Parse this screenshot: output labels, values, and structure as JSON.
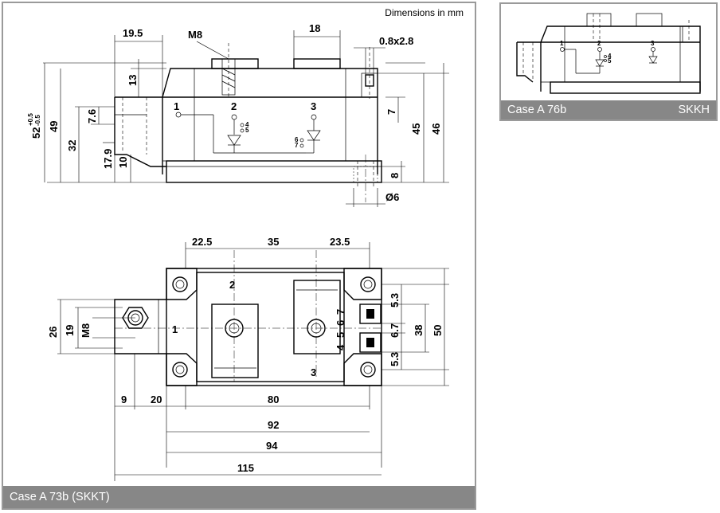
{
  "main": {
    "dimensions_note": "Dimensions in mm",
    "caption": "Case A 73b (SKKT)",
    "side_view": {
      "dims": {
        "top_width_1": "19.5",
        "thread": "M8",
        "top_width_2": "18",
        "tab": "0.8x2.8",
        "left_13": "13",
        "left_52": "52",
        "tol_plus": "+0.5",
        "tol_minus": "-0.5",
        "left_49": "49",
        "left_32": "32",
        "left_7_6": "7.6",
        "left_17_9": "17.9",
        "left_10": "10",
        "right_7": "7",
        "right_45": "45",
        "right_46": "46",
        "right_8": "8",
        "hole": "Ø6"
      },
      "pins": {
        "p1": "1",
        "p2": "2",
        "p3": "3",
        "p4": "4",
        "p5": "5",
        "p6": "6",
        "p7": "7"
      }
    },
    "top_view": {
      "dims": {
        "d22_5": "22.5",
        "d35": "35",
        "d23_5": "23.5",
        "d26": "26",
        "d19": "19",
        "m8": "M8",
        "d5_3a": "5.3",
        "d6_7": "6.7",
        "d38": "38",
        "d50": "50",
        "d5_3b": "5.3",
        "d9": "9",
        "d20": "20",
        "d80": "80",
        "d92": "92",
        "d94": "94",
        "d115": "115"
      },
      "pins": {
        "p1": "1",
        "p2": "2",
        "p3": "3",
        "p4": "4",
        "p5": "5",
        "p6": "6",
        "p7": "7"
      }
    }
  },
  "side": {
    "caption_left": "Case A 76b",
    "caption_right": "SKKH",
    "pins": {
      "p1": "1",
      "p2": "2",
      "p3": "3",
      "p4": "4",
      "p5": "5"
    }
  }
}
